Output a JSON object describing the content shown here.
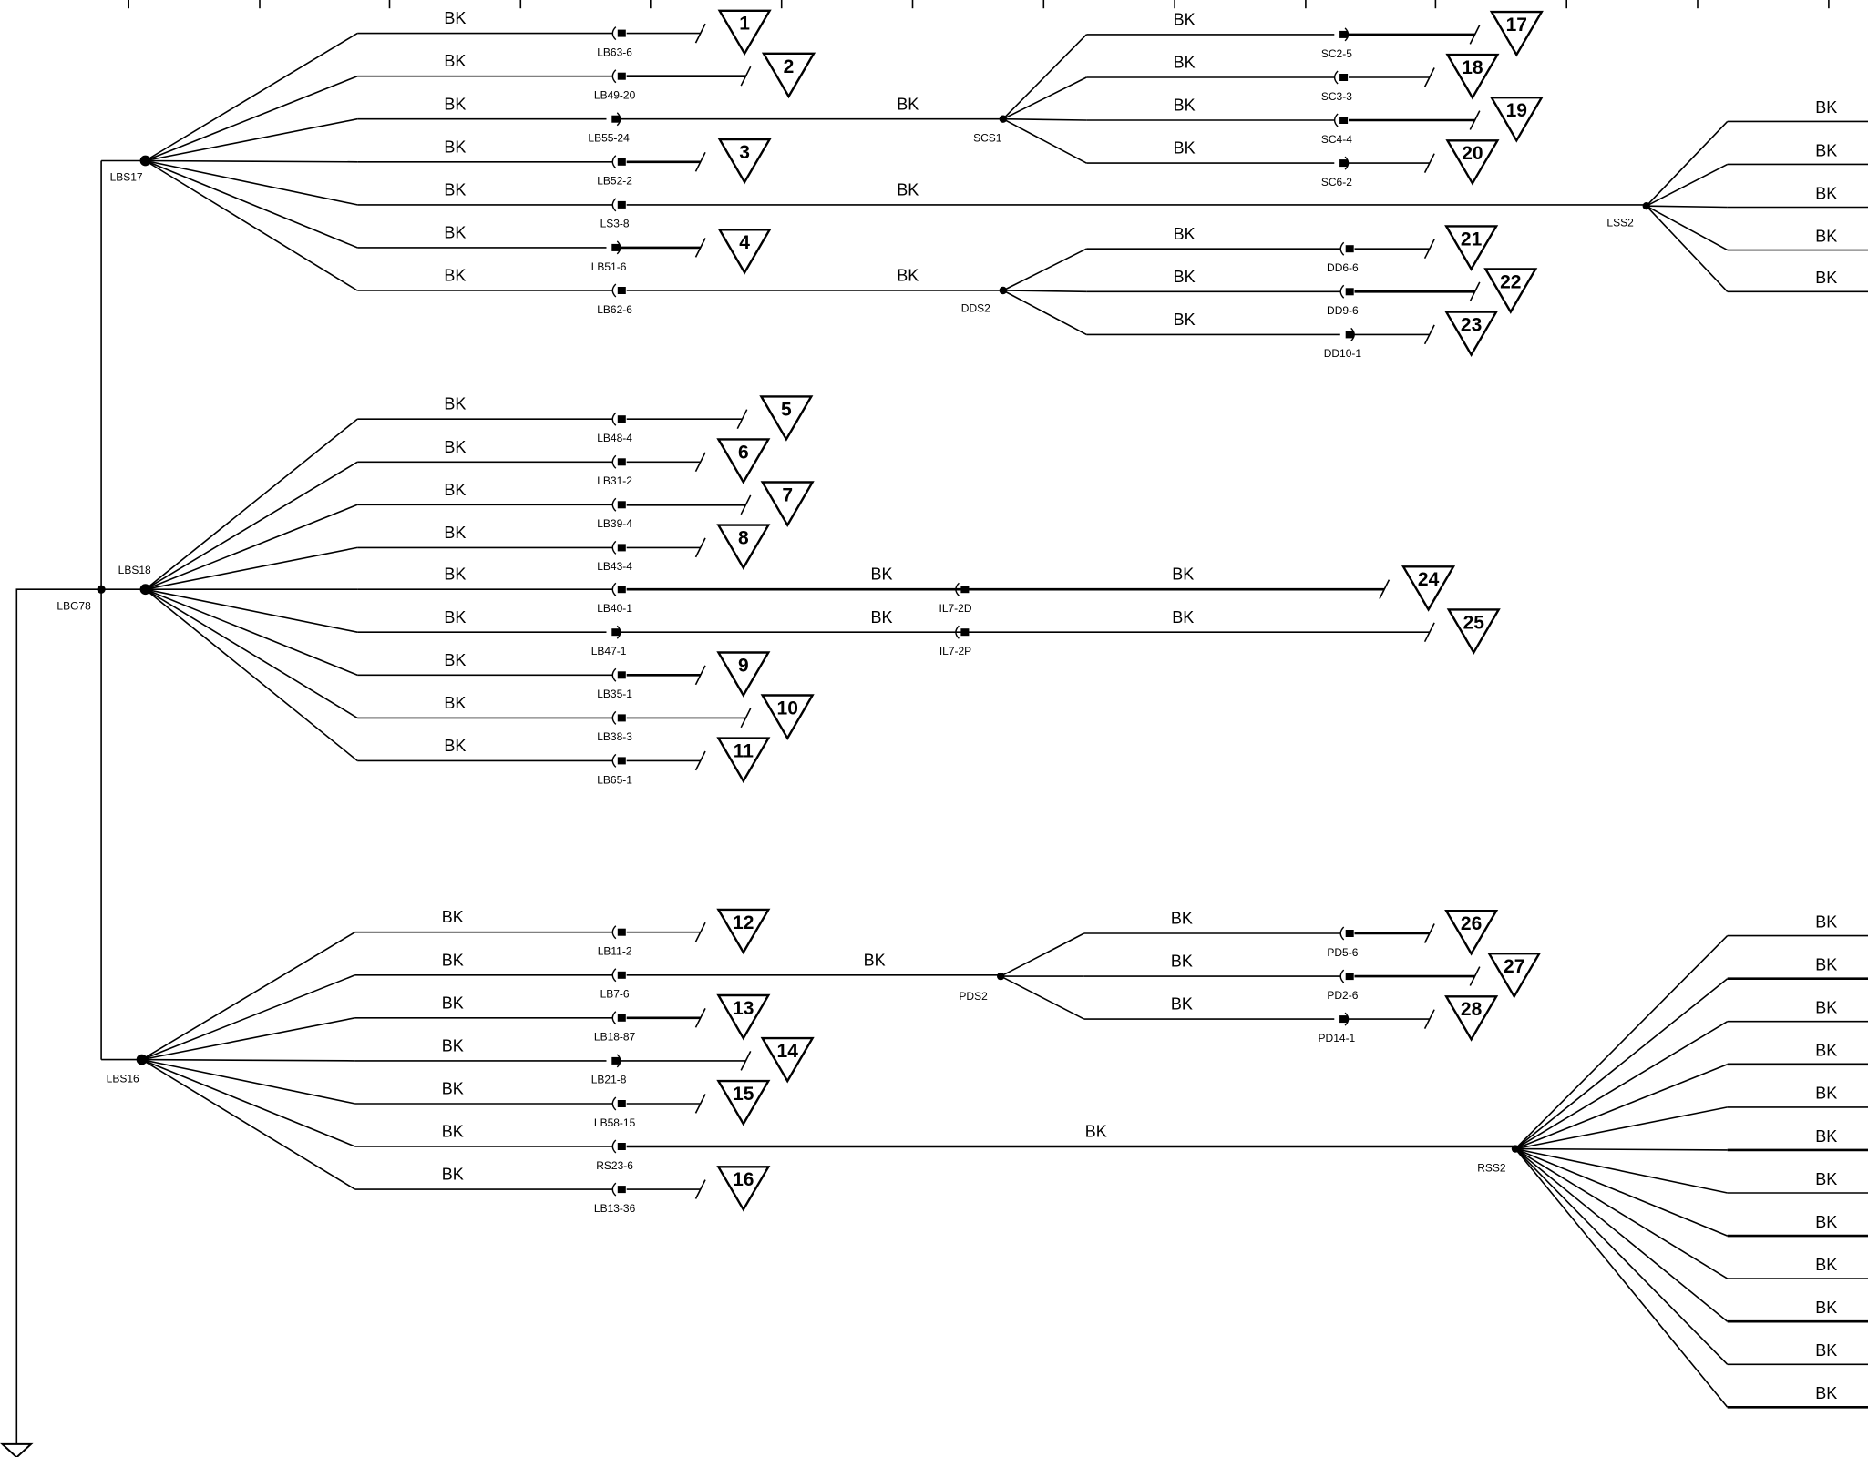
{
  "colors": {
    "wire": "#000000",
    "background": "#ffffff"
  },
  "ground": {
    "name": "LBG78"
  },
  "splices": [
    {
      "id": "LBS17",
      "label": "LBS17"
    },
    {
      "id": "LBS18",
      "label": "LBS18"
    },
    {
      "id": "LBS16",
      "label": "LBS16"
    },
    {
      "id": "SCS1",
      "label": "SCS1"
    },
    {
      "id": "DDS2",
      "label": "DDS2"
    },
    {
      "id": "LSS2",
      "label": "LSS2"
    },
    {
      "id": "PDS2",
      "label": "PDS2"
    },
    {
      "id": "RSS2",
      "label": "RSS2"
    }
  ],
  "wires": [
    {
      "splice": "LBS17",
      "color": "BK",
      "connector": "LB63-6",
      "ref": "1"
    },
    {
      "splice": "LBS17",
      "color": "BK",
      "connector": "LB49-20",
      "ref": "2"
    },
    {
      "splice": "LBS17",
      "color": "BK",
      "connector": "LB55-24",
      "to": "SCS1",
      "color2": "BK"
    },
    {
      "splice": "LBS17",
      "color": "BK",
      "connector": "LB52-2",
      "ref": "3"
    },
    {
      "splice": "LBS17",
      "color": "BK",
      "connector": "LS3-8",
      "to": "LSS2",
      "color2": "BK"
    },
    {
      "splice": "LBS17",
      "color": "BK",
      "connector": "LB51-6",
      "ref": "4"
    },
    {
      "splice": "LBS17",
      "color": "BK",
      "connector": "LB62-6",
      "to": "DDS2",
      "color2": "BK"
    },
    {
      "splice": "SCS1",
      "color": "BK",
      "connector": "SC2-5",
      "ref": "17"
    },
    {
      "splice": "SCS1",
      "color": "BK",
      "connector": "SC3-3",
      "ref": "18"
    },
    {
      "splice": "SCS1",
      "color": "BK",
      "connector": "SC4-4",
      "ref": "19"
    },
    {
      "splice": "SCS1",
      "color": "BK",
      "connector": "SC6-2",
      "ref": "20"
    },
    {
      "splice": "DDS2",
      "color": "BK",
      "connector": "DD6-6",
      "ref": "21"
    },
    {
      "splice": "DDS2",
      "color": "BK",
      "connector": "DD9-6",
      "ref": "22"
    },
    {
      "splice": "DDS2",
      "color": "BK",
      "connector": "DD10-1",
      "ref": "23"
    },
    {
      "splice": "LSS2",
      "color": "BK"
    },
    {
      "splice": "LSS2",
      "color": "BK"
    },
    {
      "splice": "LSS2",
      "color": "BK"
    },
    {
      "splice": "LSS2",
      "color": "BK"
    },
    {
      "splice": "LSS2",
      "color": "BK"
    },
    {
      "splice": "LBS18",
      "color": "BK",
      "connector": "LB48-4",
      "ref": "5"
    },
    {
      "splice": "LBS18",
      "color": "BK",
      "connector": "LB31-2",
      "ref": "6"
    },
    {
      "splice": "LBS18",
      "color": "BK",
      "connector": "LB39-4",
      "ref": "7"
    },
    {
      "splice": "LBS18",
      "color": "BK",
      "connector": "LB43-4",
      "ref": "8"
    },
    {
      "splice": "LBS18",
      "color": "BK",
      "connector": "LB40-1",
      "color2": "BK",
      "connector2": "IL7-2D",
      "color3": "BK",
      "ref": "24"
    },
    {
      "splice": "LBS18",
      "color": "BK",
      "connector": "LB47-1",
      "color2": "BK",
      "connector2": "IL7-2P",
      "color3": "BK",
      "ref": "25"
    },
    {
      "splice": "LBS18",
      "color": "BK",
      "connector": "LB35-1",
      "ref": "9"
    },
    {
      "splice": "LBS18",
      "color": "BK",
      "connector": "LB38-3",
      "ref": "10"
    },
    {
      "splice": "LBS18",
      "color": "BK",
      "connector": "LB65-1",
      "ref": "11"
    },
    {
      "splice": "LBS16",
      "color": "BK",
      "connector": "LB11-2",
      "ref": "12"
    },
    {
      "splice": "LBS16",
      "color": "BK",
      "connector": "LB7-6",
      "to": "PDS2",
      "color2": "BK"
    },
    {
      "splice": "LBS16",
      "color": "BK",
      "connector": "LB18-87",
      "ref": "13"
    },
    {
      "splice": "LBS16",
      "color": "BK",
      "connector": "LB21-8",
      "ref": "14"
    },
    {
      "splice": "LBS16",
      "color": "BK",
      "connector": "LB58-15",
      "ref": "15"
    },
    {
      "splice": "LBS16",
      "color": "BK",
      "connector": "RS23-6",
      "to": "RSS2",
      "color2": "BK"
    },
    {
      "splice": "LBS16",
      "color": "BK",
      "connector": "LB13-36",
      "ref": "16"
    },
    {
      "splice": "PDS2",
      "color": "BK",
      "connector": "PD5-6",
      "ref": "26"
    },
    {
      "splice": "PDS2",
      "color": "BK",
      "connector": "PD2-6",
      "ref": "27"
    },
    {
      "splice": "PDS2",
      "color": "BK",
      "connector": "PD14-1",
      "ref": "28"
    },
    {
      "splice": "RSS2",
      "color": "BK"
    },
    {
      "splice": "RSS2",
      "color": "BK"
    },
    {
      "splice": "RSS2",
      "color": "BK"
    },
    {
      "splice": "RSS2",
      "color": "BK"
    },
    {
      "splice": "RSS2",
      "color": "BK"
    },
    {
      "splice": "RSS2",
      "color": "BK"
    },
    {
      "splice": "RSS2",
      "color": "BK"
    },
    {
      "splice": "RSS2",
      "color": "BK"
    },
    {
      "splice": "RSS2",
      "color": "BK"
    },
    {
      "splice": "RSS2",
      "color": "BK"
    },
    {
      "splice": "RSS2",
      "color": "BK"
    },
    {
      "splice": "RSS2",
      "color": "BK"
    }
  ]
}
